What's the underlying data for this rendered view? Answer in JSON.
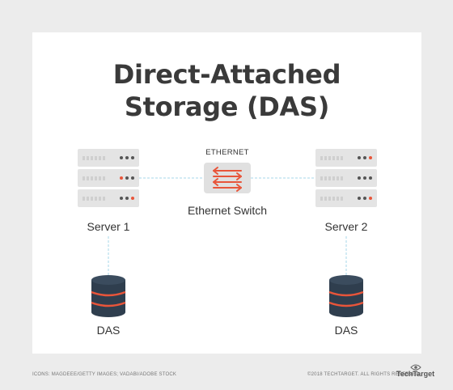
{
  "title": {
    "line1": "Direct-Attached",
    "line2": "Storage (DAS)"
  },
  "nodes": {
    "ethernet_caption": "ETHERNET",
    "switch_label": "Ethernet Switch",
    "server1_label": "Server 1",
    "server2_label": "Server 2",
    "das1_label": "DAS",
    "das2_label": "DAS"
  },
  "footer": {
    "credit": "ICONS: MAGDEEE/GETTY IMAGES; VADABI/ADOBE STOCK",
    "copyright": "©2018 TECHTARGET. ALL RIGHTS RESERVED",
    "brand": "TechTarget"
  },
  "colors": {
    "background": "#ececec",
    "card": "#ffffff",
    "title_text": "#3a3a3a",
    "server_body": "#e4e4e4",
    "server_slot": "#cfcfcf",
    "server_led_gray": "#555555",
    "server_led_orange": "#e8553a",
    "switch_body": "#e0e0e0",
    "switch_arrow": "#e8553a",
    "connector_line": "#a7d7e8",
    "das_body": "#2f3e4e",
    "das_band": "#e8553a"
  }
}
